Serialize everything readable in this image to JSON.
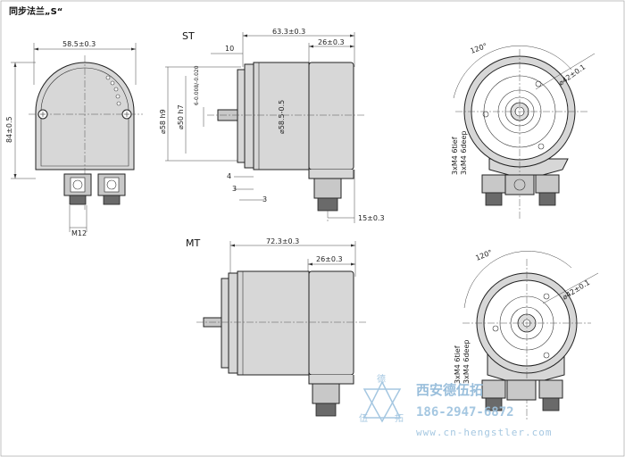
{
  "title": "同步法兰„S“",
  "views": {
    "front_s": {
      "width_dim": "58.5±0.3",
      "height_dim": "84±0.5",
      "connector_dim": "M12"
    },
    "st": {
      "label": "ST",
      "total_dim": "63.3±0.3",
      "body_dim": "26±0.3",
      "shaft_len_dim": "10",
      "dia_outer": "⌀58 h9",
      "dia_inner": "⌀50 h7",
      "dia_shaft": "6-0.008/-0.020",
      "dia_body": "⌀58.5-0.5",
      "dim_4": "4",
      "dim_3a": "3",
      "dim_3b": "3",
      "connector_offset": "15±0.3"
    },
    "rear_st": {
      "angle": "120°",
      "pcd": "⌀42±0.1",
      "thread1": "3xM4 6tief",
      "thread2": "3xM4 6deep"
    },
    "mt": {
      "label": "MT",
      "total_dim": "72.3±0.3",
      "body_dim": "26±0.3"
    },
    "rear_mt": {
      "angle": "120°",
      "pcd": "⌀42±0.1",
      "thread1": "3xM4 6tief",
      "thread2": "3xM4 6deep"
    }
  },
  "watermark": {
    "company": "西安德伍拓",
    "phone": "186-2947-6872",
    "url": "www.cn-hengstler.com",
    "logo_chars": [
      "德",
      "伍",
      "拓"
    ]
  }
}
